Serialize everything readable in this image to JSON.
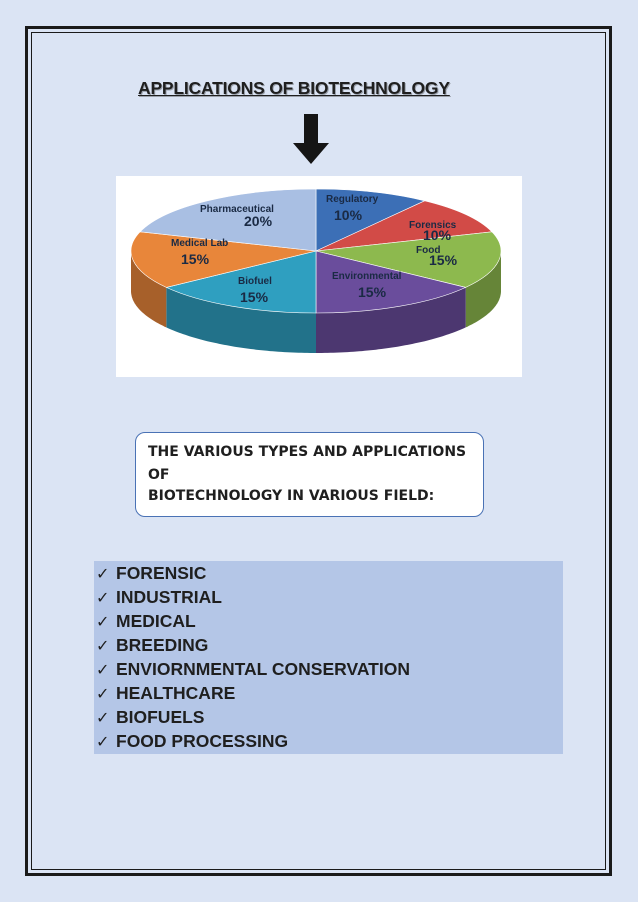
{
  "title": "APPLICATIONS OF BIOTECHNOLOGY",
  "icons": {
    "arrow": "down-arrow-icon",
    "check": "check-icon"
  },
  "chart_data": {
    "type": "pie",
    "slices": [
      {
        "label": "Regulatory",
        "value": 10,
        "value_label": "10%",
        "color": "#3c6fb6"
      },
      {
        "label": "Forensics",
        "value": 10,
        "value_label": "10%",
        "color": "#d24b47"
      },
      {
        "label": "Food",
        "value": 15,
        "value_label": "15%",
        "color": "#8db94e"
      },
      {
        "label": "Environmental",
        "value": 15,
        "value_label": "15%",
        "color": "#6a4d9c"
      },
      {
        "label": "Biofuel",
        "value": 15,
        "value_label": "15%",
        "color": "#2f9fc0"
      },
      {
        "label": "Medical Lab",
        "value": 15,
        "value_label": "15%",
        "color": "#e8863a"
      },
      {
        "label": "Pharmaceutical",
        "value": 20,
        "value_label": "20%",
        "color": "#a9bfe3"
      }
    ]
  },
  "callout": {
    "lines": [
      "THE VARIOUS TYPES AND APPLICATIONS",
      "OF",
      "BIOTECHNOLOGY IN VARIOUS FIELD:"
    ]
  },
  "check_glyph": "✓",
  "list": [
    "FORENSIC",
    "INDUSTRIAL",
    "MEDICAL",
    "BREEDING",
    "ENVIORNMENTAL CONSERVATION",
    "HEALTHCARE",
    "BIOFUELS",
    "FOOD PROCESSING"
  ]
}
